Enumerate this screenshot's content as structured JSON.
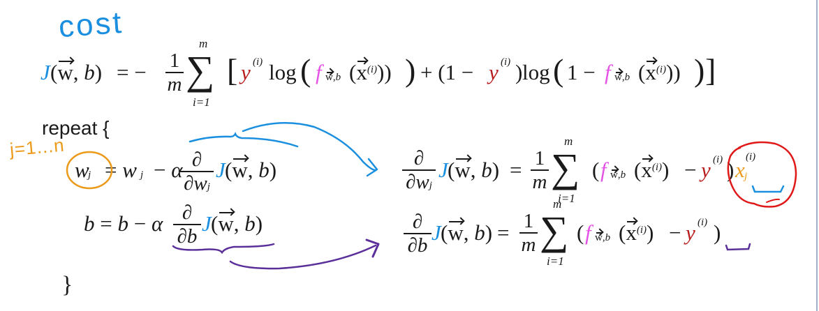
{
  "annotations": {
    "cost_label": "cost",
    "j_range": "j=1...n"
  },
  "cost_equation": {
    "lhs_J": "J",
    "lhs_args": "(w, b)",
    "equals_minus": "= −",
    "frac_num": "1",
    "frac_den": "m",
    "sum_top": "m",
    "sum_bottom": "i=1",
    "sigma": "∑",
    "open_bracket": "[",
    "y_term": "y",
    "sup_i": "(i)",
    "log": "log",
    "f": "f",
    "f_sub": "w,b",
    "x_arg": "x",
    "plus_one_minus": "+ (1 −",
    "close_bracket": "]"
  },
  "algorithm": {
    "repeat_label": "repeat {",
    "close_brace": "}",
    "w_update_lhs": "w",
    "w_sub": "j",
    "w_update_rhs": "= w",
    "minus_alpha": "− α",
    "partial": "∂",
    "partial_wj": "∂w",
    "partial_b": "∂b",
    "J": "J",
    "J_args": "(w, b)",
    "b_update": "b = b − α"
  },
  "derivatives": {
    "dw_equals": "=",
    "db_equals": "=",
    "one": "1",
    "m": "m",
    "sum_top": "m",
    "sum_bottom": "i=1",
    "minus": "−",
    "xj": "x",
    "xj_sub": "j",
    "sup_i": "(i)"
  },
  "colors": {
    "J_blue": "#1a8fe0",
    "y_red": "#b81c1c",
    "f_pink": "#e552e6",
    "x_orange": "#ec9a1a",
    "ink_blue": "#1a8fe0",
    "ink_purple": "#5b2f9a",
    "ink_red": "#e01818",
    "ink_orange": "#ec9a1a"
  }
}
